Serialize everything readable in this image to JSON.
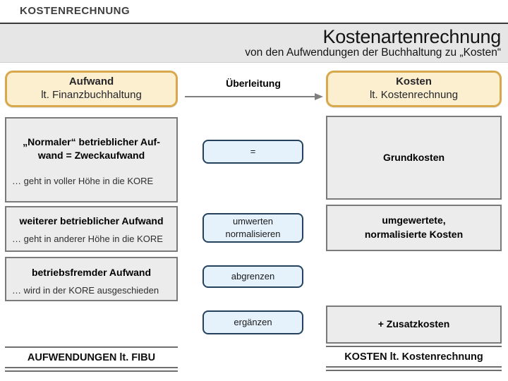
{
  "header": {
    "title": "KOSTENRECHNUNG"
  },
  "title_band": {
    "title": "Kostenartenrechnung",
    "subtitle": "von den Aufwendungen der Buchhaltung zu „Kosten“"
  },
  "flow": {
    "transition_label": "Überleitung"
  },
  "left_column": {
    "header_box": {
      "line1": "Aufwand",
      "line2": "lt. Finanzbuchhaltung"
    },
    "boxes": [
      {
        "heading_line1": "„Normaler“ betrieblicher Auf-",
        "heading_line2": "wand = Zweckaufwand",
        "detail": "… geht in voller Höhe in die KORE"
      },
      {
        "heading_line1": "weiterer betrieblicher Aufwand",
        "detail": "… geht in anderer Höhe in die KORE"
      },
      {
        "heading_line1": "betriebsfremder Aufwand",
        "detail": "… wird in der KORE ausgeschieden"
      }
    ],
    "total": "AUFWENDUNGEN lt. FIBU"
  },
  "middle_column": {
    "steps": [
      {
        "line1": "="
      },
      {
        "line1": "umwerten",
        "line2": "normalisieren"
      },
      {
        "line1": "abgrenzen"
      },
      {
        "line1": "ergänzen"
      }
    ]
  },
  "right_column": {
    "header_box": {
      "line1": "Kosten",
      "line2": "lt. Kostenrechnung"
    },
    "boxes": [
      {
        "line1": "Grundkosten"
      },
      {
        "line1": "umgewertete,",
        "line2": "normalisierte Kosten"
      },
      {
        "line1": "+ Zusatzkosten"
      }
    ],
    "total": "KOSTEN lt. Kostenrechnung"
  },
  "colors": {
    "band_gray": "#e6e6e6",
    "box_gray_fill": "#ececec",
    "box_gray_border": "#7a7a7a",
    "accent_yellow_fill": "#fbefd0",
    "accent_yellow_border": "#d8a94c",
    "process_blue_fill": "#e6f2fb",
    "process_blue_border": "#24425e",
    "arrow_gray": "#7f7f7f"
  }
}
